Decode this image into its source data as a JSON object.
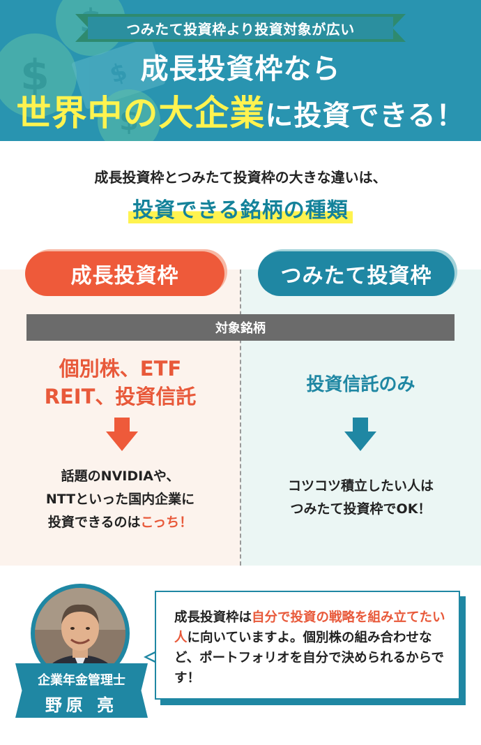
{
  "header": {
    "ribbon": "つみたて投資枠より投資対象が広い",
    "line1": "成長投資枠なら",
    "line2_highlight": "世界中の大企業",
    "line2_rest": "に投資できる！"
  },
  "intro": {
    "line": "成長投資枠とつみたて投資枠の大きな違いは、",
    "highlight": "投資できる銘柄の種類"
  },
  "comparison": {
    "left_label": "成長投資枠",
    "right_label": "つみたて投資枠",
    "bar_label": "対象銘柄",
    "left_target_line1": "個別株、ETF",
    "left_target_line2": "REIT、投資信託",
    "right_target": "投資信託のみ",
    "left_note_line1": "話題のNVIDIAや、",
    "left_note_line2": "NTTといった国内企業に",
    "left_note_line3_a": "投資できるのは",
    "left_note_line3_b": "こっち！",
    "right_note_line1": "コツコツ積立したい人は",
    "right_note_line2": "つみたて投資枠でOK！"
  },
  "expert": {
    "title": "企業年金管理士",
    "name": "野原 亮",
    "quote_a": "成長投資枠は",
    "quote_b": "自分で投資の戦略を組み立てたい人",
    "quote_c": "に向いていますよ。個別株の組み合わせなど、ポートフォリオを自分で決められるからです！"
  },
  "colors": {
    "header_bg": "#2994b0",
    "headline_yellow": "#fff34f",
    "growth_orange": "#ee5a3a",
    "tsumitate_teal": "#1f87a3"
  },
  "icons": [
    "dollar-coin-icon",
    "banknote-icon",
    "arrow-down-icon"
  ]
}
